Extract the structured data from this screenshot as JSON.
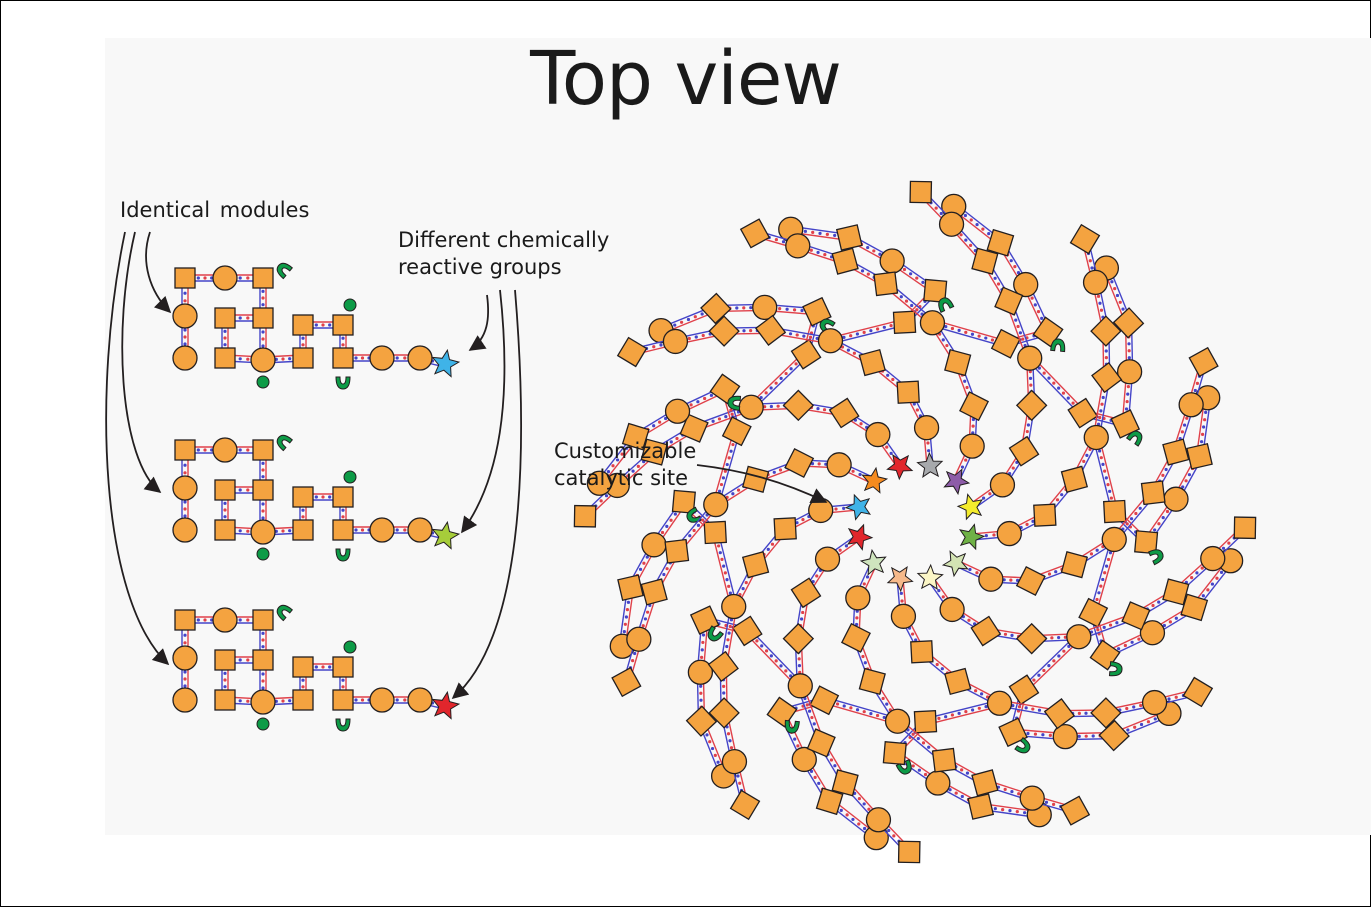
{
  "title": "Top view",
  "labels": {
    "identical_modules": "Identical  modules",
    "reactive_line1": "Different chemically",
    "reactive_line2": "reactive groups",
    "catalytic_line1": "Customizable",
    "catalytic_line2": "catalytic site"
  },
  "colors": {
    "module_fill": "#f4a340",
    "outline": "#231f20",
    "linker_red": "#e0414a",
    "linker_blue": "#4444c8",
    "reactive_green": "#0d9b47",
    "star_blue": "#3fb3e8",
    "star_lime": "#a6cd3a",
    "star_red": "#e1262c"
  },
  "left_modules": [
    {
      "name": "module-top",
      "star_color": "#3fb3e8"
    },
    {
      "name": "module-middle",
      "star_color": "#a6cd3a"
    },
    {
      "name": "module-bottom",
      "star_color": "#e1262c"
    }
  ],
  "ring_star_colors": [
    "#e1262c",
    "#a7a9ac",
    "#8d5ca8",
    "#f4ec2c",
    "#6fb146",
    "#d3e3b3",
    "#fbf6c6",
    "#f6b98a",
    "#cfe4be",
    "#e1262c",
    "#3fb3e8",
    "#f58b1f"
  ]
}
